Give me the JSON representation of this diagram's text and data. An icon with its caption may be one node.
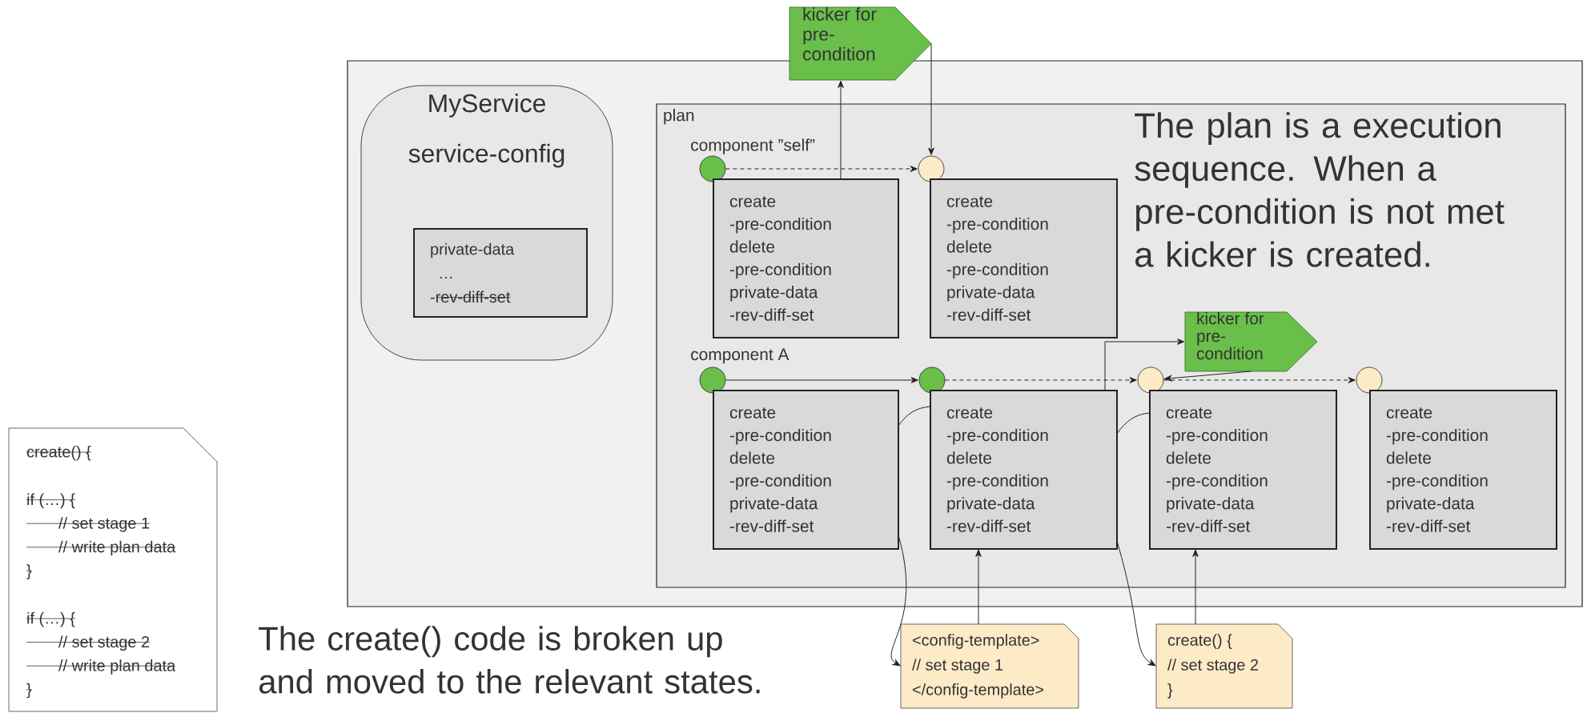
{
  "diagram": {
    "nodes": [
      {
        "text": [],
        "shape": "box"
      },
      {
        "text": [
          "MyService",
          "service-config"
        ],
        "in": 0
      },
      {
        "text": [
          "private-data",
          "…",
          "-rev-diff-set"
        ],
        "in": 1
      },
      {
        "text": [
          "plan"
        ],
        "in": 0
      },
      {
        "text": [],
        "shape": "circle",
        "in": 3
      },
      {
        "text": [],
        "shape": "circle",
        "in": 3
      },
      {
        "text": [
          "create",
          "-pre-condition",
          "delete",
          "-pre-condition",
          "private-data",
          "-rev-diff-set"
        ],
        "in": 3
      },
      {
        "text": [
          "create",
          "-pre-condition",
          "delete",
          "-pre-condition",
          "private-data",
          "-rev-diff-set"
        ],
        "in": 3
      },
      {
        "text": [
          "kicker for pre-condition"
        ]
      },
      {
        "text": [],
        "shape": "circle",
        "in": 3
      },
      {
        "text": [],
        "shape": "circle",
        "in": 3
      },
      {
        "text": [],
        "shape": "circle",
        "in": 3
      },
      {
        "text": [],
        "shape": "circle",
        "in": 3
      },
      {
        "text": [
          "create",
          "-pre-condition",
          "delete",
          "-pre-condition",
          "private-data",
          "-rev-diff-set"
        ],
        "in": 3
      },
      {
        "text": [
          "create",
          "-pre-condition",
          "delete",
          "-pre-condition",
          "private-data",
          "-rev-diff-set"
        ],
        "in": 3
      },
      {
        "text": [
          "create",
          "-pre-condition",
          "delete",
          "-pre-condition",
          "private-data",
          "-rev-diff-set"
        ],
        "in": 3
      },
      {
        "text": [
          "create",
          "-pre-condition",
          "delete",
          "-pre-condition",
          "private-data",
          "-rev-diff-set"
        ],
        "in": 3
      },
      {
        "text": [
          "kicker for pre-condition"
        ],
        "in": 3
      },
      {
        "text": [
          "<config-template>",
          "// set stage 1",
          "</config-template>"
        ]
      },
      {
        "text": [
          "create() {",
          "// set stage 2",
          "}"
        ]
      },
      {
        "text": [
          "create() {",
          "if (…) {",
          "// set stage 1",
          "// write plan data",
          "}",
          "if (…) {",
          "// set stage 2",
          "// write plan data",
          "}"
        ]
      }
    ],
    "edges": [
      {
        "from": 4,
        "to": 5,
        "arrow": "to",
        "style": "dashed"
      },
      {
        "from": 6,
        "to": 8,
        "arrow": "to"
      },
      {
        "from": 8,
        "to": 5,
        "arrow": "to"
      },
      {
        "from": 9,
        "to": 10,
        "arrow": "to"
      },
      {
        "from": 10,
        "to": 11,
        "arrow": "to",
        "style": "dashed"
      },
      {
        "from": 11,
        "to": 12,
        "arrow": "to",
        "style": "dashed"
      },
      {
        "from": 14,
        "to": 17,
        "arrow": "to"
      },
      {
        "from": 17,
        "to": 11,
        "arrow": "to"
      },
      {
        "from": 18,
        "to": 14,
        "arrow": "to"
      },
      {
        "from": 19,
        "to": 15,
        "arrow": "to"
      },
      {
        "from": 13,
        "to": 14,
        "arrow": "none"
      },
      {
        "from": 13,
        "to": 18,
        "arrow": "to"
      },
      {
        "from": 14,
        "to": 15,
        "arrow": "none"
      },
      {
        "from": 14,
        "to": 19,
        "arrow": "to"
      }
    ],
    "labels": [
      "component ”self”",
      "component A",
      "The plan is a execution sequence. When a pre-condition is not met a kicker is created.",
      "The create() code is broken up and moved to the relevant states."
    ]
  }
}
